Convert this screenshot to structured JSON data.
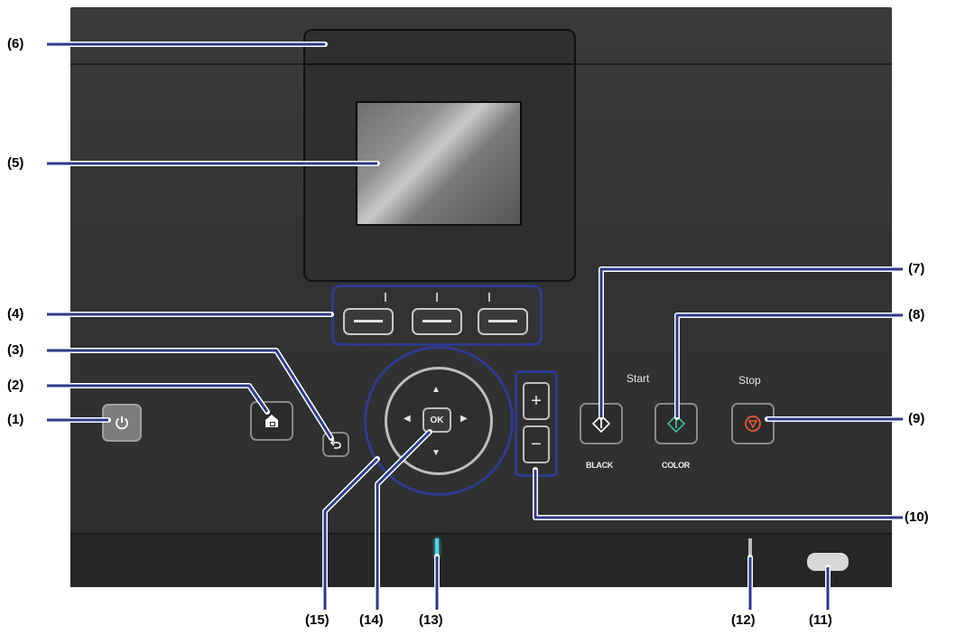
{
  "panel": {
    "labels": {
      "start": "Start",
      "stop": "Stop",
      "black": "BLACK",
      "color": "COLOR",
      "ok": "OK",
      "plus": "+",
      "minus": "−"
    },
    "colors": {
      "panel": "#333333",
      "leader_line": "#2e3a8c",
      "power_button": "#8a8a8a",
      "color_start_icon": "#3fbfa0",
      "stop_icon": "#e85a3a",
      "wifi_led": "#4fd3e6",
      "alarm_led": "#bdbdbd"
    }
  },
  "callouts": [
    "(1)",
    "(2)",
    "(3)",
    "(4)",
    "(5)",
    "(6)",
    "(7)",
    "(8)",
    "(9)",
    "(10)",
    "(11)",
    "(12)",
    "(13)",
    "(14)",
    "(15)"
  ],
  "icons": {
    "power": "power-icon",
    "home": "home-icon",
    "back": "back-icon",
    "black_start": "start-diamond-icon",
    "color_start": "start-diamond-icon",
    "stop": "stop-icon",
    "arrows": [
      "arrow-up-icon",
      "arrow-down-icon",
      "arrow-left-icon",
      "arrow-right-icon"
    ]
  }
}
